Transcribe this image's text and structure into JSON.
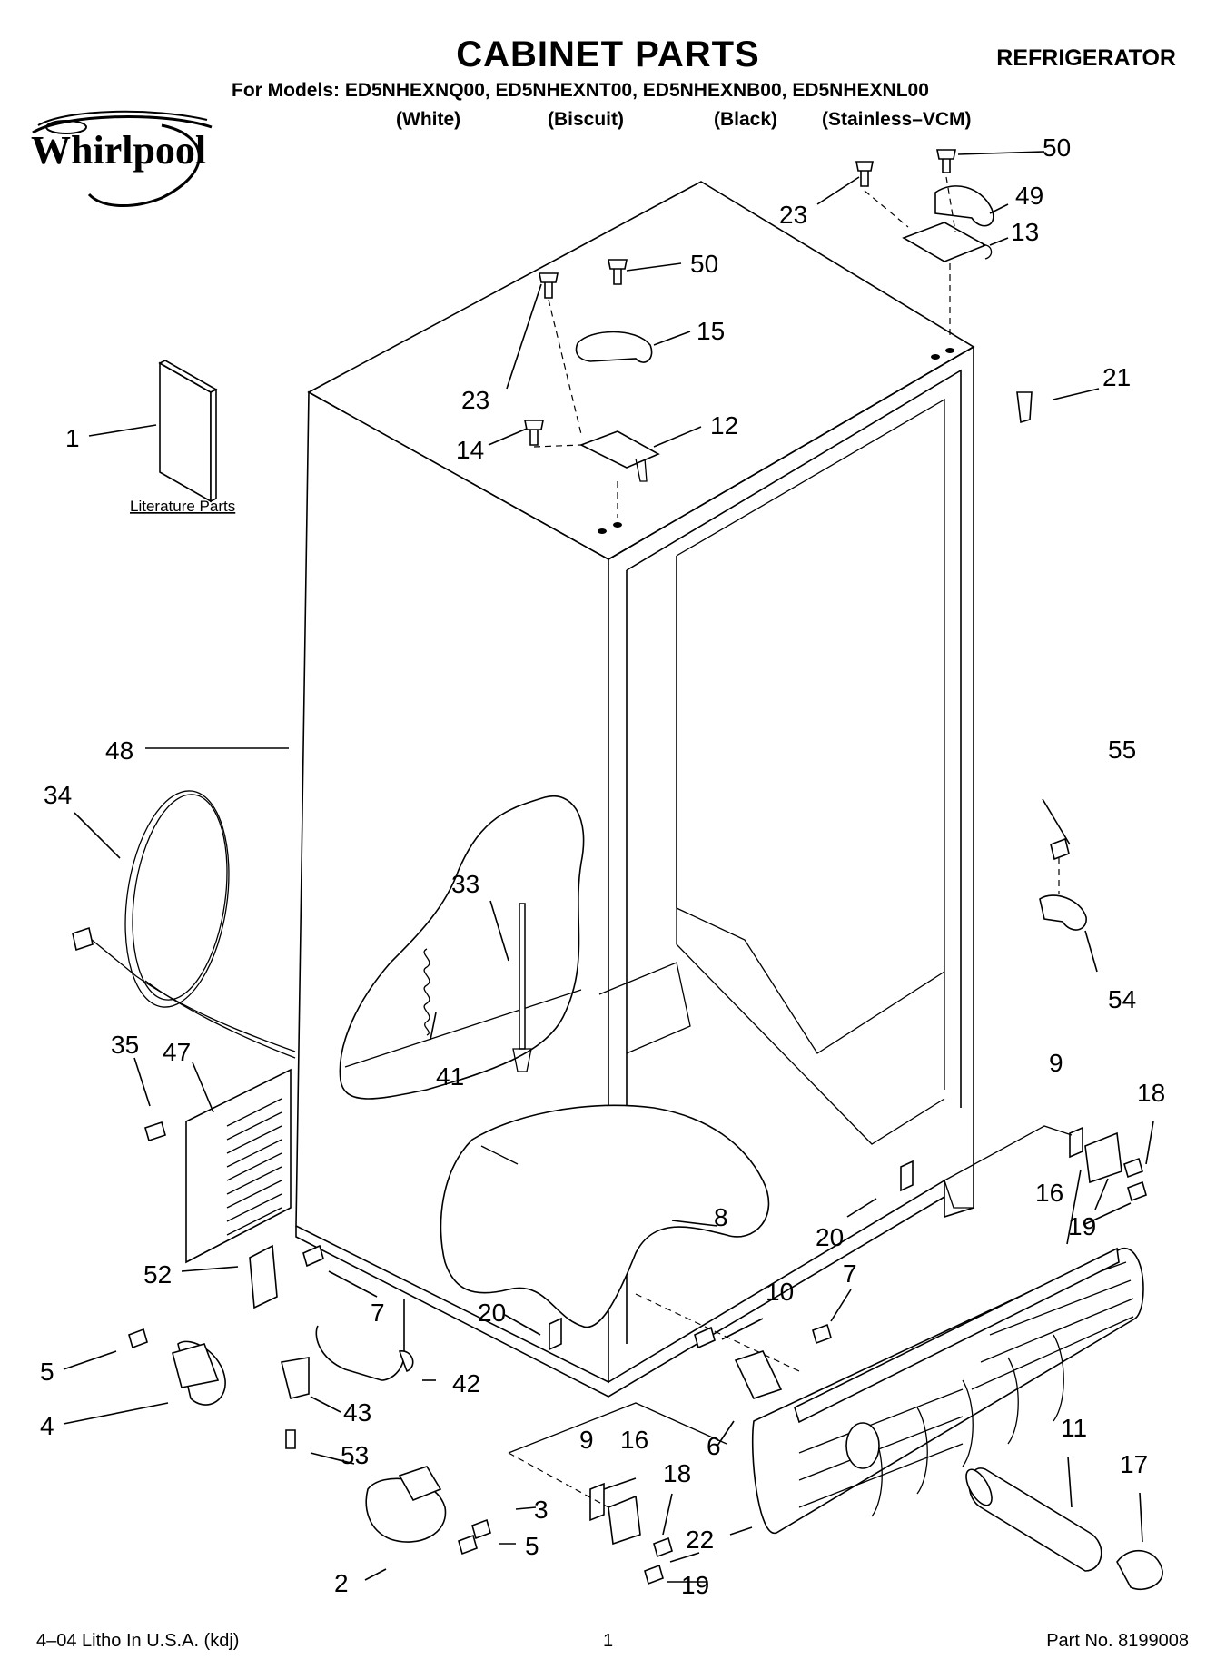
{
  "header": {
    "title": "CABINET PARTS",
    "category": "REFRIGERATOR",
    "models_line": "For Models: ED5NHEXNQ00, ED5NHEXNT00, ED5NHEXNB00, ED5NHEXNL00",
    "colors": [
      "(White)",
      "(Biscuit)",
      "(Black)",
      "(Stainless–VCM)"
    ],
    "brand": "Whirlpool"
  },
  "diagram": {
    "literature_label": "Literature Parts",
    "callouts": [
      "1",
      "2",
      "3",
      "4",
      "5",
      "5",
      "6",
      "7",
      "7",
      "8",
      "9",
      "9",
      "10",
      "11",
      "12",
      "13",
      "14",
      "15",
      "16",
      "16",
      "17",
      "18",
      "18",
      "19",
      "19",
      "20",
      "20",
      "21",
      "22",
      "23",
      "23",
      "33",
      "34",
      "35",
      "41",
      "42",
      "43",
      "47",
      "48",
      "49",
      "50",
      "50",
      "52",
      "53",
      "54",
      "55"
    ]
  },
  "footer": {
    "litho": "4–04 Litho In U.S.A. (kdj)",
    "page": "1",
    "part_no": "Part No. 8199008"
  }
}
